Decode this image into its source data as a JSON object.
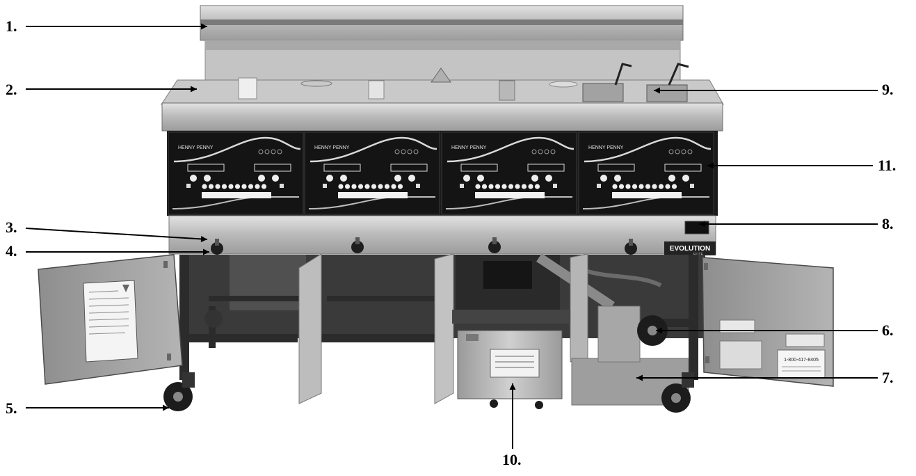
{
  "panels": [
    {
      "brand": "HENNY PENNY"
    },
    {
      "brand": "HENNY PENNY"
    },
    {
      "brand": "HENNY PENNY"
    },
    {
      "brand": "HENNY PENNY"
    }
  ],
  "badge": {
    "line1": "EVOLUTION",
    "line2": "ELITE"
  },
  "door_right_label": {
    "phone": "1-800-417-8405"
  },
  "callouts": {
    "c1": "1.",
    "c2": "2.",
    "c3": "3.",
    "c4": "4.",
    "c5": "5.",
    "c6": "6.",
    "c7": "7.",
    "c8": "8.",
    "c9": "9.",
    "c10": "10.",
    "c11": "11."
  },
  "colors": {
    "steel": "#bdbdbd",
    "steel_dark": "#8a8a8a",
    "control_panel": "#1a1a1a",
    "frame": "#2b2b2b"
  }
}
